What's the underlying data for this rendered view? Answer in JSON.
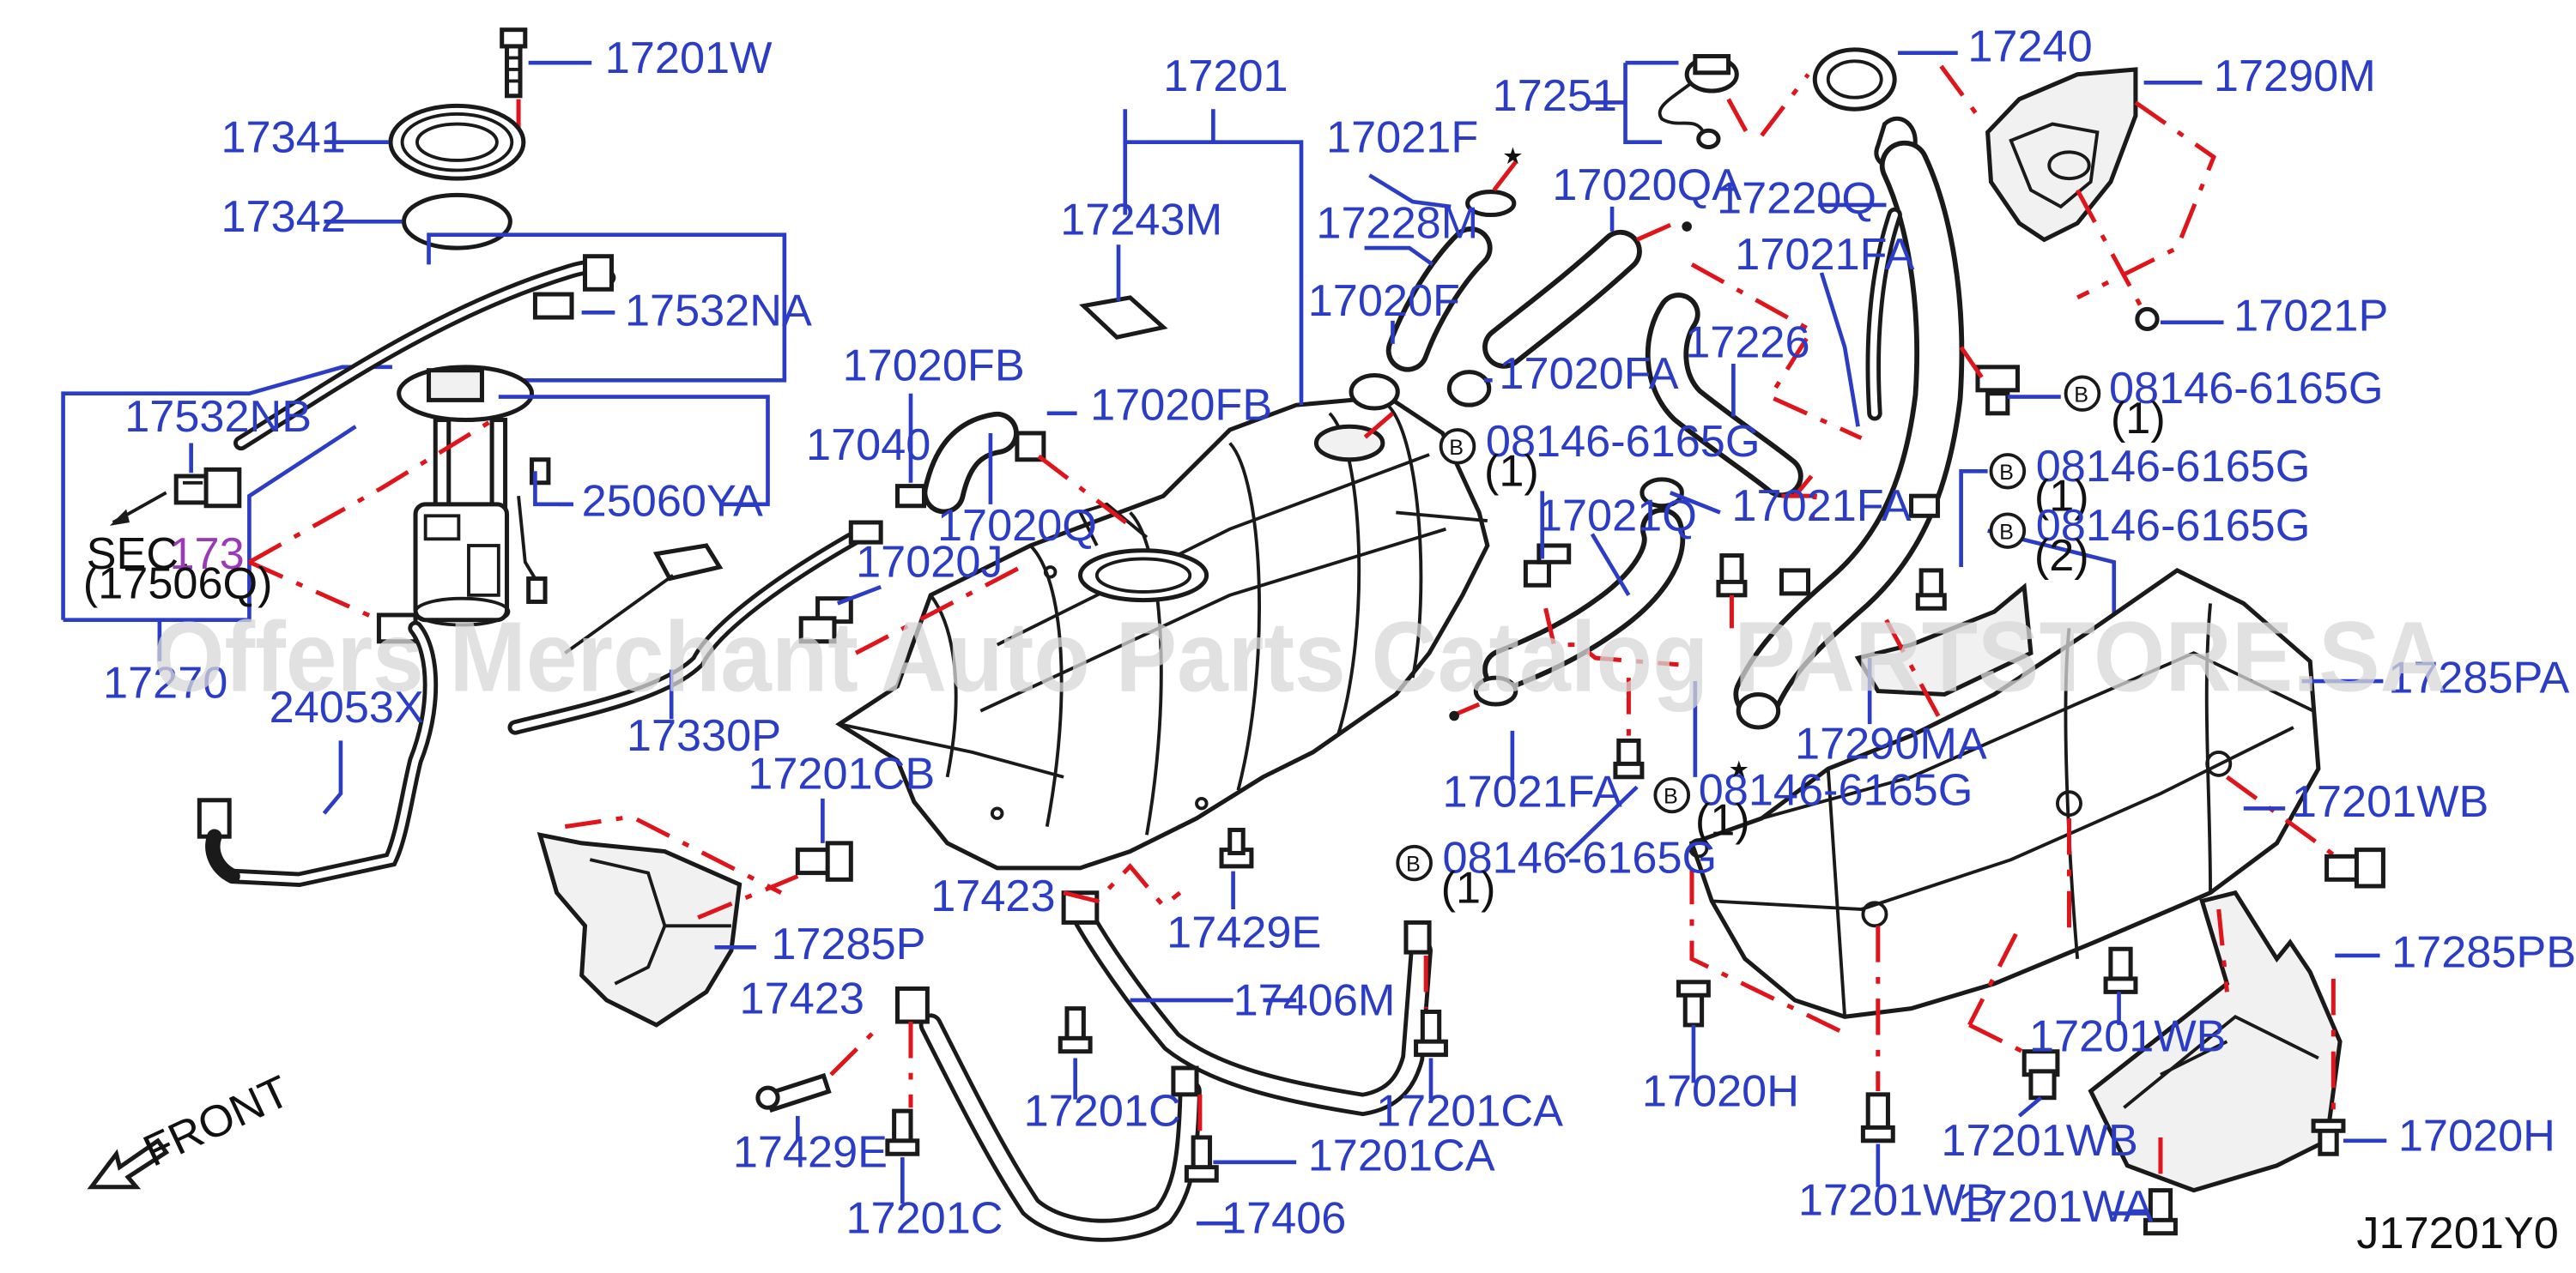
{
  "labels": {
    "p17201W": "17201W",
    "p17341": "17341",
    "p17342": "17342",
    "p17532NA": "17532NA",
    "p17532NB": "17532NB",
    "p17040": "17040",
    "p25060YA": "25060YA",
    "sec": "SEC.",
    "sec_num": "173",
    "sec_ref": "(17506Q)",
    "p17270": "17270",
    "p24053X": "24053X",
    "p17201": "17201",
    "p17243M": "17243M",
    "p17020FB_a": "17020FB",
    "p17020FB_b": "17020FB",
    "p17020Q": "17020Q",
    "p17020J": "17020J",
    "p17330P": "17330P",
    "p17021F": "17021F",
    "p17228M": "17228M",
    "p17020F": "17020F",
    "p17020QA": "17020QA",
    "p17020FA": "17020FA",
    "p17251": "17251",
    "p17240": "17240",
    "p17220Q": "17220Q",
    "p17021FA_a": "17021FA",
    "p17226": "17226",
    "p17021FA_b": "17021FA",
    "p17021Q": "17021Q",
    "p17021FA_c": "17021FA",
    "p17290M": "17290M",
    "p17021P": "17021P",
    "b_08146_a": "08146-6165G",
    "q1_a": "(1)",
    "b_08146_b": "08146-6165G",
    "q1_b": "(1)",
    "b_08146_c": "08146-6165G",
    "q1_c": "(1)",
    "b_08146_d": "08146-6165G",
    "q2_d": "(2)",
    "b_08146_e": "08146-6165G",
    "q1_e": "(1)",
    "b_08146_f": "08146-6165G",
    "q1_f": "(1)",
    "b_letter": "B",
    "p17290MA": "17290MA",
    "p17285PA": "17285PA",
    "p17201WB_a": "17201WB",
    "p17201WB_b": "17201WB",
    "p17201WB_c": "17201WB",
    "p17201WB_d": "17201WB",
    "p17201CB": "17201CB",
    "p17285P": "17285P",
    "p17423_a": "17423",
    "p17423_b": "17423",
    "p17429E_a": "17429E",
    "p17429E_b": "17429E",
    "p17406M": "17406M",
    "p17406": "17406",
    "p17201C_a": "17201C",
    "p17201C_b": "17201C",
    "p17201CA_a": "17201CA",
    "p17201CA_b": "17201CA",
    "p17020H_a": "17020H",
    "p17020H_b": "17020H",
    "p17285PB": "17285PB",
    "p17201WA": "17201WA",
    "front": "FRONT",
    "figure_id": "J17201Y0",
    "star": "★"
  },
  "watermark": "Offers Merchant Auto Parts Catalog PARTSTORE.SA",
  "colors": {
    "label": "#2b3cc7",
    "leader_line": "#2b3cc7",
    "dash_line": "#e0141b",
    "part_outline": "#1a1a1a",
    "watermark": "#d8d8d8",
    "sec_number": "#9b3ab8"
  }
}
